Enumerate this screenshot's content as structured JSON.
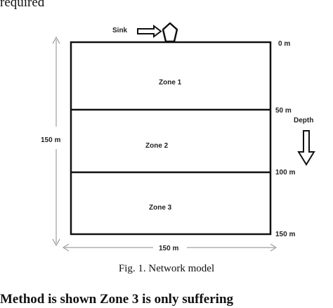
{
  "page": {
    "top_text": "required",
    "bottom_text": "Method is shown Zone 3 is only suffering",
    "caption": "Fig. 1. Network model"
  },
  "diagram": {
    "sink_label": "Sink",
    "zones": [
      "Zone 1",
      "Zone 2",
      "Zone 3"
    ],
    "depth_markers": [
      "0 m",
      "50 m",
      "100 m",
      "150 m"
    ],
    "depth_label": "Depth",
    "height_label": "150 m",
    "width_label": "150 m"
  },
  "colors": {
    "line": "#111111",
    "dim_arrow": "#888888"
  }
}
